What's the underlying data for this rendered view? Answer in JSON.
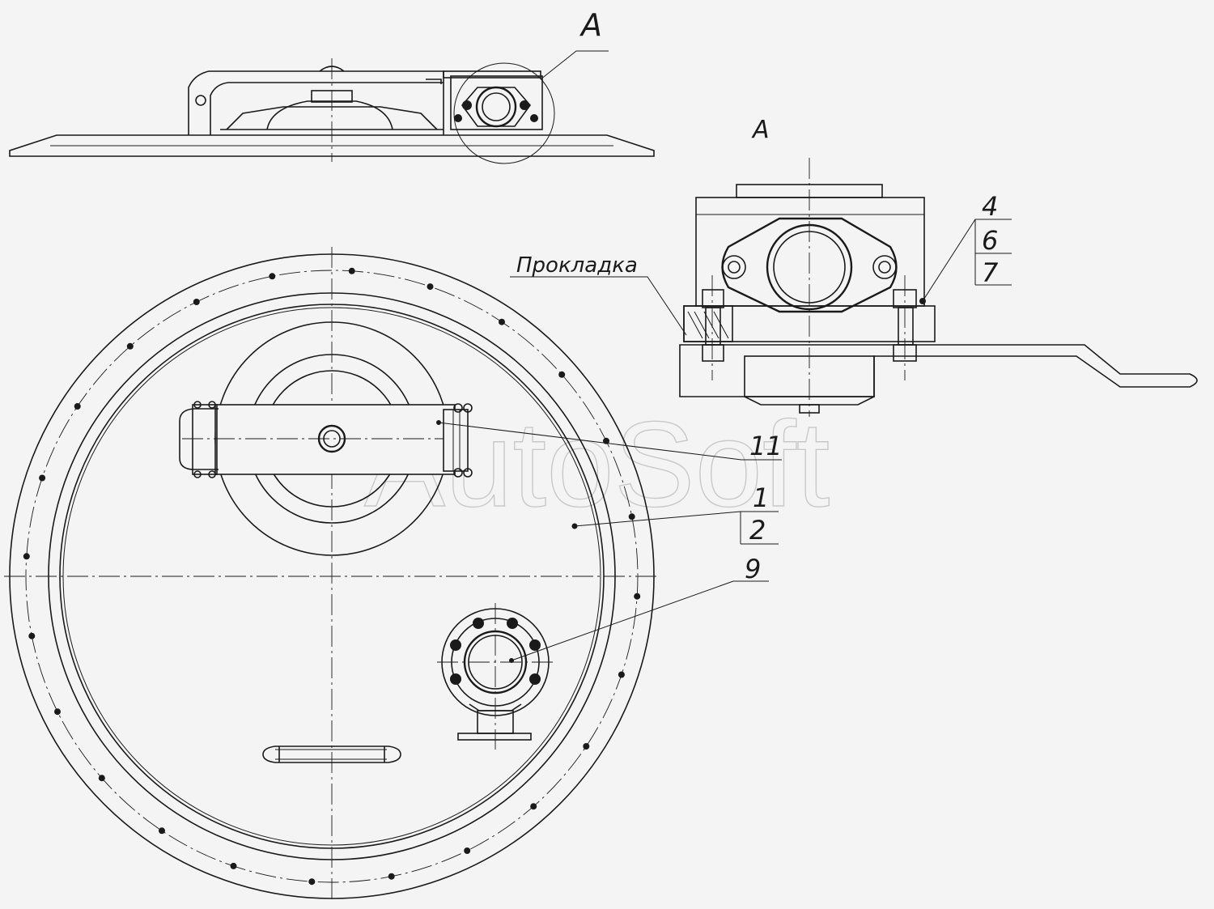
{
  "view_label_top": "A",
  "view_label_detail": "A",
  "callouts": {
    "c4": "4",
    "c6": "6",
    "c7": "7",
    "c11": "11",
    "c1": "1",
    "c2": "2",
    "c9": "9"
  },
  "gasket_label": "Прокладка",
  "watermark": "AutoSoft"
}
